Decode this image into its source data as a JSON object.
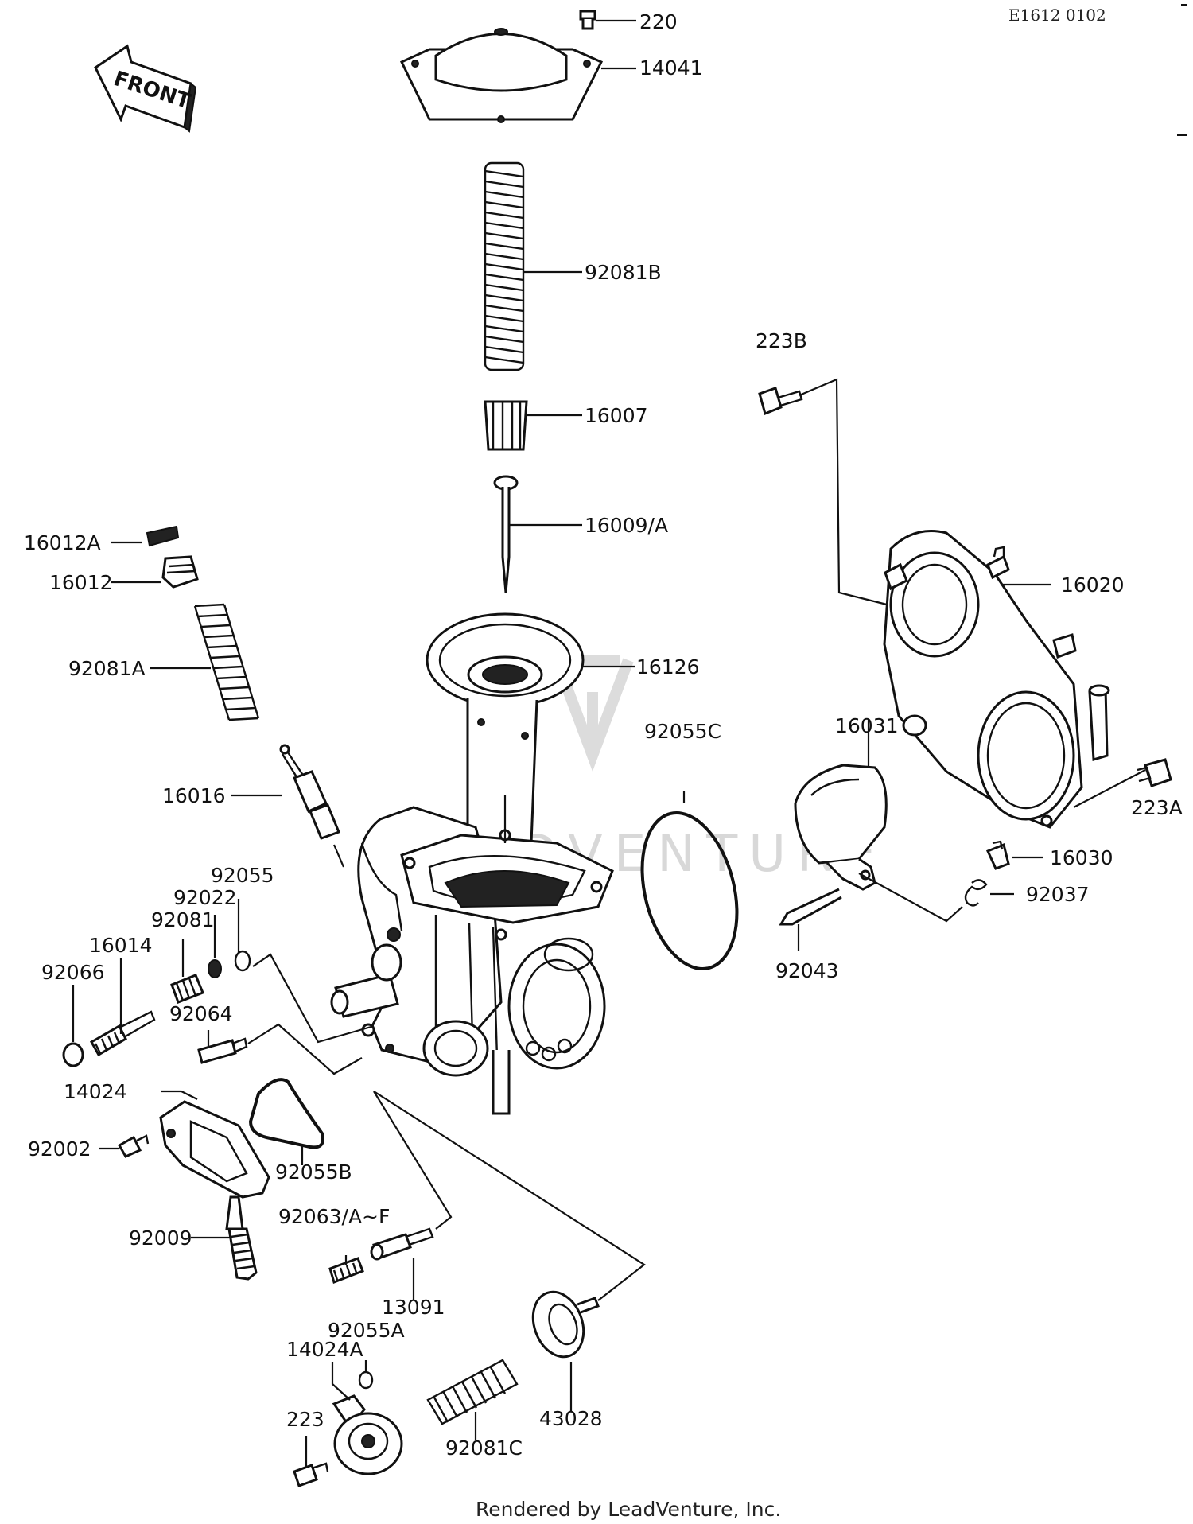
{
  "header": {
    "diagram_code": "E1612 0102"
  },
  "orientation": {
    "arrow_label": "FRONT"
  },
  "watermark": {
    "text": "LEADVENTURE"
  },
  "footer": {
    "credit": "Rendered by LeadVenture, Inc."
  },
  "callouts": [
    {
      "id": "220",
      "label": "220"
    },
    {
      "id": "14041",
      "label": "14041"
    },
    {
      "id": "92081B",
      "label": "92081B"
    },
    {
      "id": "16007",
      "label": "16007"
    },
    {
      "id": "16009A",
      "label": "16009/A"
    },
    {
      "id": "16012A",
      "label": "16012A"
    },
    {
      "id": "16012",
      "label": "16012"
    },
    {
      "id": "92081A",
      "label": "92081A"
    },
    {
      "id": "16126",
      "label": "16126"
    },
    {
      "id": "16016",
      "label": "16016"
    },
    {
      "id": "92055C",
      "label": "92055C"
    },
    {
      "id": "223B",
      "label": "223B"
    },
    {
      "id": "16020",
      "label": "16020"
    },
    {
      "id": "16031",
      "label": "16031"
    },
    {
      "id": "223A",
      "label": "223A"
    },
    {
      "id": "16030",
      "label": "16030"
    },
    {
      "id": "92037",
      "label": "92037"
    },
    {
      "id": "92043",
      "label": "92043"
    },
    {
      "id": "92055",
      "label": "92055"
    },
    {
      "id": "92022",
      "label": "92022"
    },
    {
      "id": "92081",
      "label": "92081"
    },
    {
      "id": "16014",
      "label": "16014"
    },
    {
      "id": "92066",
      "label": "92066"
    },
    {
      "id": "92064",
      "label": "92064"
    },
    {
      "id": "14024",
      "label": "14024"
    },
    {
      "id": "92002",
      "label": "92002"
    },
    {
      "id": "92055B",
      "label": "92055B"
    },
    {
      "id": "92009",
      "label": "92009"
    },
    {
      "id": "92063AF",
      "label": "92063/A~F"
    },
    {
      "id": "13091",
      "label": "13091"
    },
    {
      "id": "92055A",
      "label": "92055A"
    },
    {
      "id": "14024A",
      "label": "14024A"
    },
    {
      "id": "223",
      "label": "223"
    },
    {
      "id": "92081C",
      "label": "92081C"
    },
    {
      "id": "43028",
      "label": "43028"
    }
  ]
}
